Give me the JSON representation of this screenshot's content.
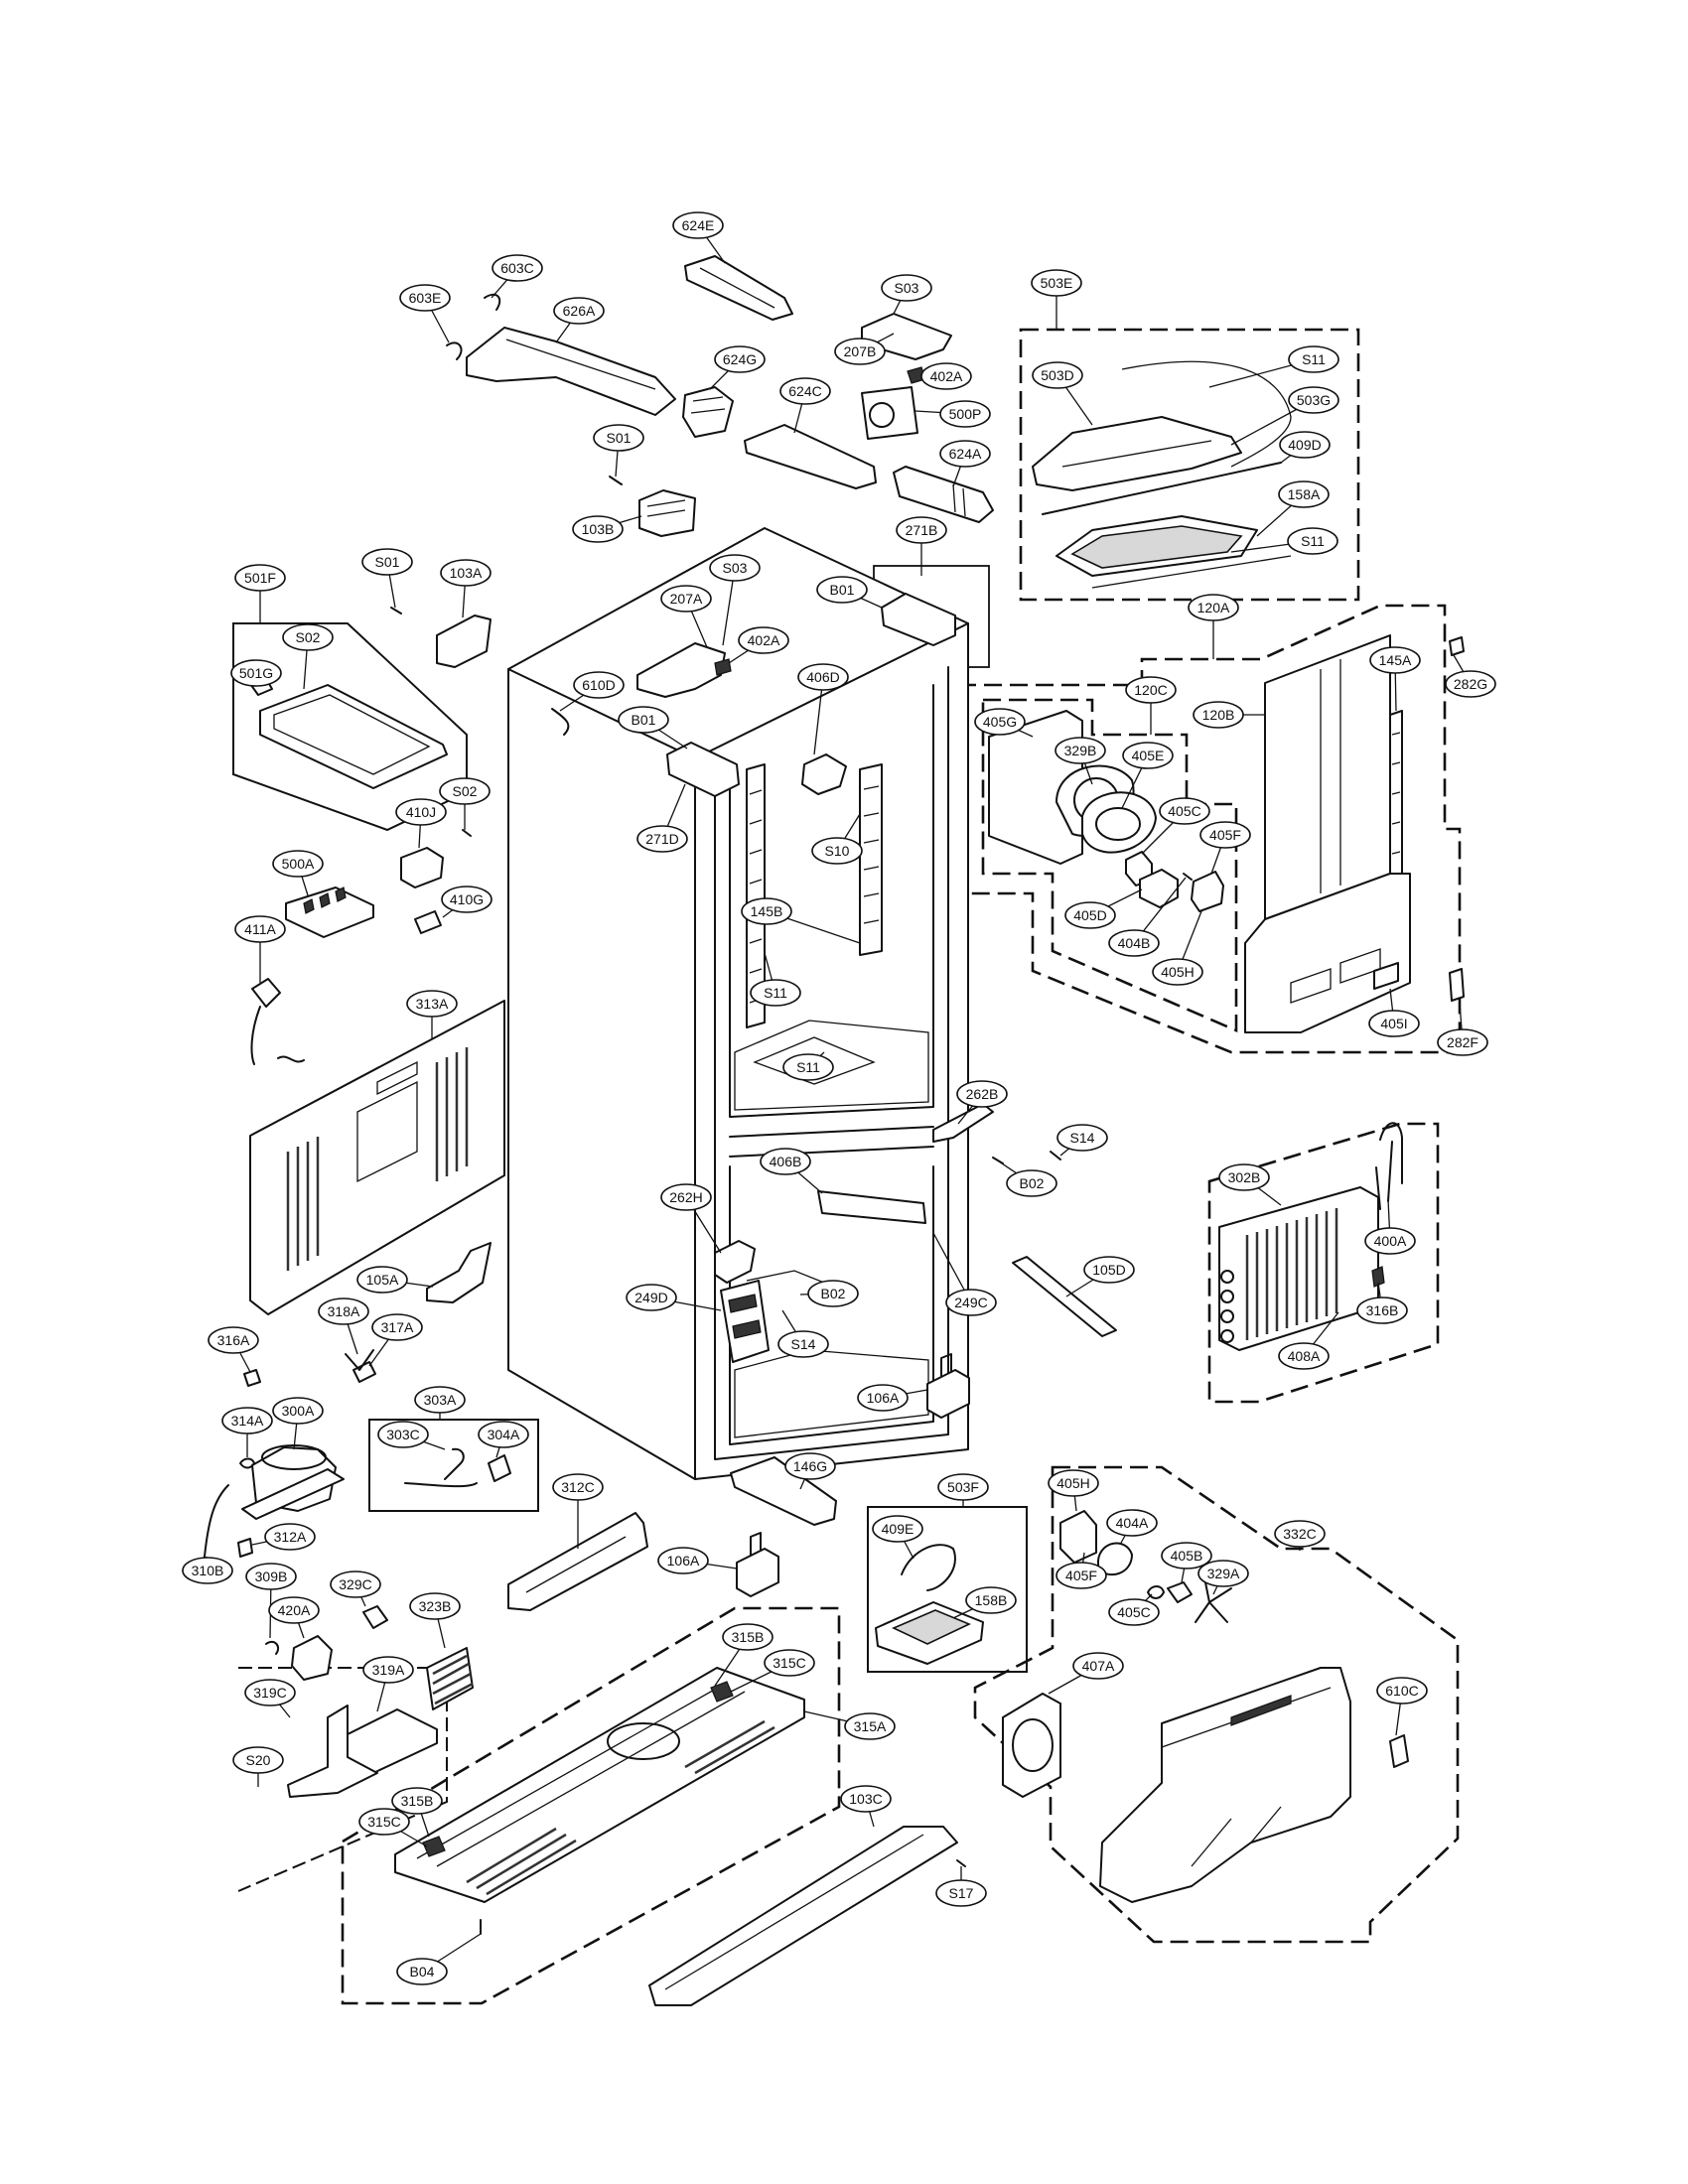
{
  "callouts": [
    {
      "label": "624E"
    },
    {
      "label": "603C"
    },
    {
      "label": "603E"
    },
    {
      "label": "626A"
    },
    {
      "label": "S03"
    },
    {
      "label": "207B"
    },
    {
      "label": "402A"
    },
    {
      "label": "624G"
    },
    {
      "label": "624C"
    },
    {
      "label": "500P"
    },
    {
      "label": "624A"
    },
    {
      "label": "S01"
    },
    {
      "label": "103B"
    },
    {
      "label": "503E"
    },
    {
      "label": "S11"
    },
    {
      "label": "503D"
    },
    {
      "label": "503G"
    },
    {
      "label": "409D"
    },
    {
      "label": "158A"
    },
    {
      "label": "S11"
    },
    {
      "label": "S01"
    },
    {
      "label": "103A"
    },
    {
      "label": "S03"
    },
    {
      "label": "207A"
    },
    {
      "label": "402A"
    },
    {
      "label": "271B"
    },
    {
      "label": "B01"
    },
    {
      "label": "120A"
    },
    {
      "label": "282G"
    },
    {
      "label": "501F"
    },
    {
      "label": "S02"
    },
    {
      "label": "501G"
    },
    {
      "label": "610D"
    },
    {
      "label": "B01"
    },
    {
      "label": "406D"
    },
    {
      "label": "120C"
    },
    {
      "label": "145A"
    },
    {
      "label": "120B"
    },
    {
      "label": "405G"
    },
    {
      "label": "329B"
    },
    {
      "label": "405E"
    },
    {
      "label": "S02"
    },
    {
      "label": "410J"
    },
    {
      "label": "271D"
    },
    {
      "label": "S10"
    },
    {
      "label": "405C"
    },
    {
      "label": "405F"
    },
    {
      "label": "500A"
    },
    {
      "label": "410G"
    },
    {
      "label": "145B"
    },
    {
      "label": "405D"
    },
    {
      "label": "404B"
    },
    {
      "label": "411A"
    },
    {
      "label": "405H"
    },
    {
      "label": "313A"
    },
    {
      "label": "S11"
    },
    {
      "label": "405I"
    },
    {
      "label": "282F"
    },
    {
      "label": "S11"
    },
    {
      "label": "262B"
    },
    {
      "label": "S14"
    },
    {
      "label": "406B"
    },
    {
      "label": "B02"
    },
    {
      "label": "302B"
    },
    {
      "label": "262H"
    },
    {
      "label": "400A"
    },
    {
      "label": "105A"
    },
    {
      "label": "105D"
    },
    {
      "label": "249D"
    },
    {
      "label": "B02"
    },
    {
      "label": "249C"
    },
    {
      "label": "318A"
    },
    {
      "label": "316B"
    },
    {
      "label": "317A"
    },
    {
      "label": "316A"
    },
    {
      "label": "S14"
    },
    {
      "label": "408A"
    },
    {
      "label": "303A"
    },
    {
      "label": "106A"
    },
    {
      "label": "314A"
    },
    {
      "label": "300A"
    },
    {
      "label": "303C"
    },
    {
      "label": "304A"
    },
    {
      "label": "146G"
    },
    {
      "label": "503F"
    },
    {
      "label": "405H"
    },
    {
      "label": "312C"
    },
    {
      "label": "312A"
    },
    {
      "label": "409E"
    },
    {
      "label": "404A"
    },
    {
      "label": "332C"
    },
    {
      "label": "310B"
    },
    {
      "label": "106A"
    },
    {
      "label": "158B"
    },
    {
      "label": "309B"
    },
    {
      "label": "329C"
    },
    {
      "label": "405B"
    },
    {
      "label": "329A"
    },
    {
      "label": "405F"
    },
    {
      "label": "405C"
    },
    {
      "label": "420A"
    },
    {
      "label": "323B"
    },
    {
      "label": "315B"
    },
    {
      "label": "319A"
    },
    {
      "label": "315C"
    },
    {
      "label": "407A"
    },
    {
      "label": "319C"
    },
    {
      "label": "610C"
    },
    {
      "label": "315A"
    },
    {
      "label": "S20"
    },
    {
      "label": "103C"
    },
    {
      "label": "315B"
    },
    {
      "label": "315C"
    },
    {
      "label": "S17"
    },
    {
      "label": "B04"
    }
  ]
}
